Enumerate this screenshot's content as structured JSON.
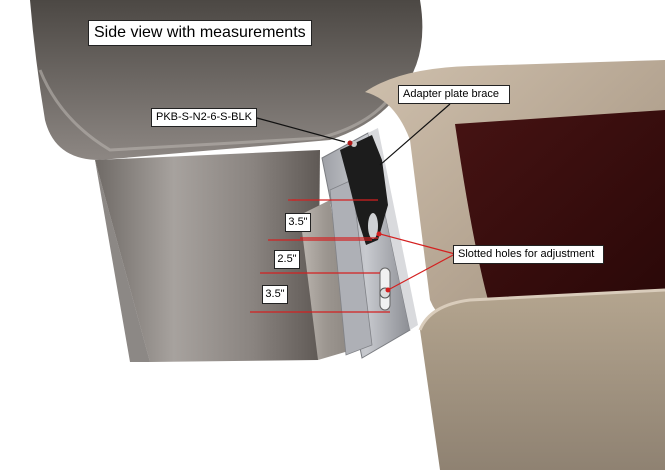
{
  "title": "Side view with measurements",
  "callouts": {
    "part_number": "PKB-S-N2-6-S-BLK",
    "adapter_brace": "Adapter plate brace",
    "slotted_holes": "Slotted holes for adjustment"
  },
  "measurements": [
    "3.5\"",
    "2.5\"",
    "3.5\""
  ],
  "colors": {
    "measure_line": "#d42020",
    "leader_line": "#111111",
    "seat_pad": "#3a0d0d",
    "bracket": "#1c1c1c"
  }
}
